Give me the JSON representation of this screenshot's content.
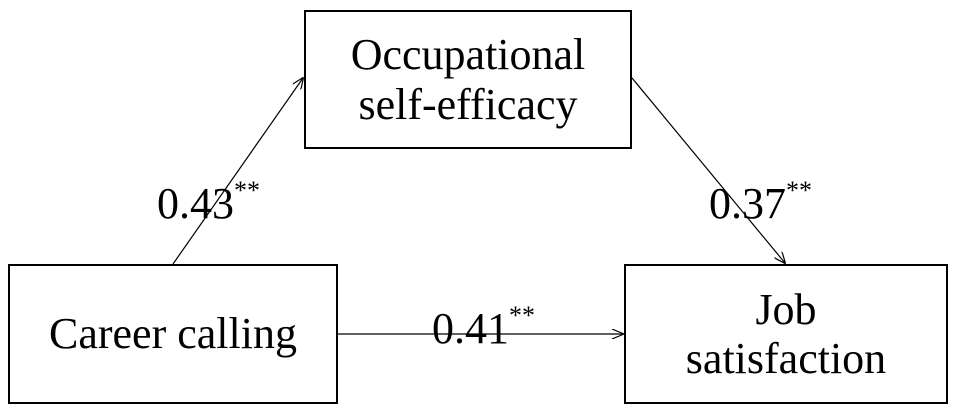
{
  "nodes": {
    "mediator": {
      "line1": "Occupational",
      "line2": "self-efficacy"
    },
    "predictor": {
      "line1": "Career calling"
    },
    "outcome": {
      "line1": "Job",
      "line2": "satisfaction"
    }
  },
  "paths": {
    "a": {
      "value": "0.43",
      "significance": "**"
    },
    "b": {
      "value": "0.37",
      "significance": "**"
    },
    "c": {
      "value": "0.41",
      "significance": "**"
    }
  },
  "colors": {
    "line": "#000000",
    "text": "#000000",
    "background": "#ffffff"
  }
}
